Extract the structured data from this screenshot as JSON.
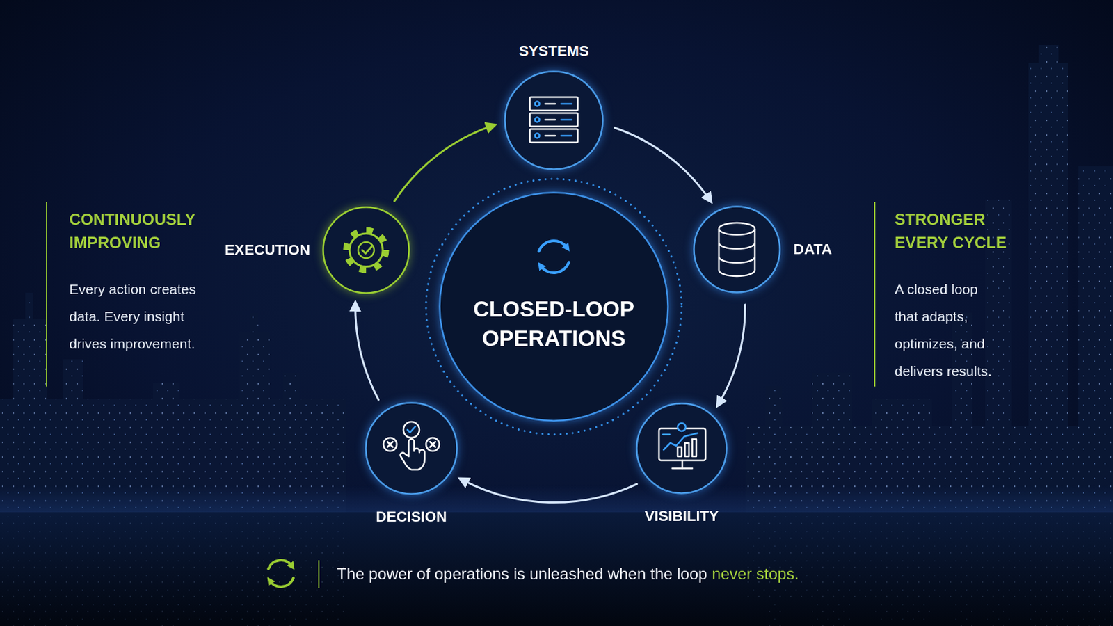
{
  "diagram": {
    "nodes": [
      {
        "text": [
          "SYSTEMS"
        ]
      },
      {
        "text": [
          "DATA"
        ]
      },
      {
        "text": [
          "VISIBILITY"
        ]
      },
      {
        "text": [
          "DECISION"
        ]
      },
      {
        "text": [
          "EXECUTION"
        ]
      },
      {
        "text": [
          "CLOSED-LOOP OPERATIONS"
        ]
      }
    ],
    "edges": [
      {
        "from": 0,
        "to": 1,
        "arrow": "to"
      },
      {
        "from": 1,
        "to": 2,
        "arrow": "to"
      },
      {
        "from": 2,
        "to": 3,
        "arrow": "to"
      },
      {
        "from": 3,
        "to": 4,
        "arrow": "to"
      },
      {
        "from": 4,
        "to": 0,
        "arrow": "to"
      }
    ],
    "labels": [
      "CONTINUOUSLY IMPROVING",
      "Every action creates data. Every insight drives improvement.",
      "STRONGER EVERY CYCLE",
      "A closed loop that adapts, optimizes, and delivers results.",
      "The power of operations is unleashed when the loop",
      "never stops."
    ]
  }
}
